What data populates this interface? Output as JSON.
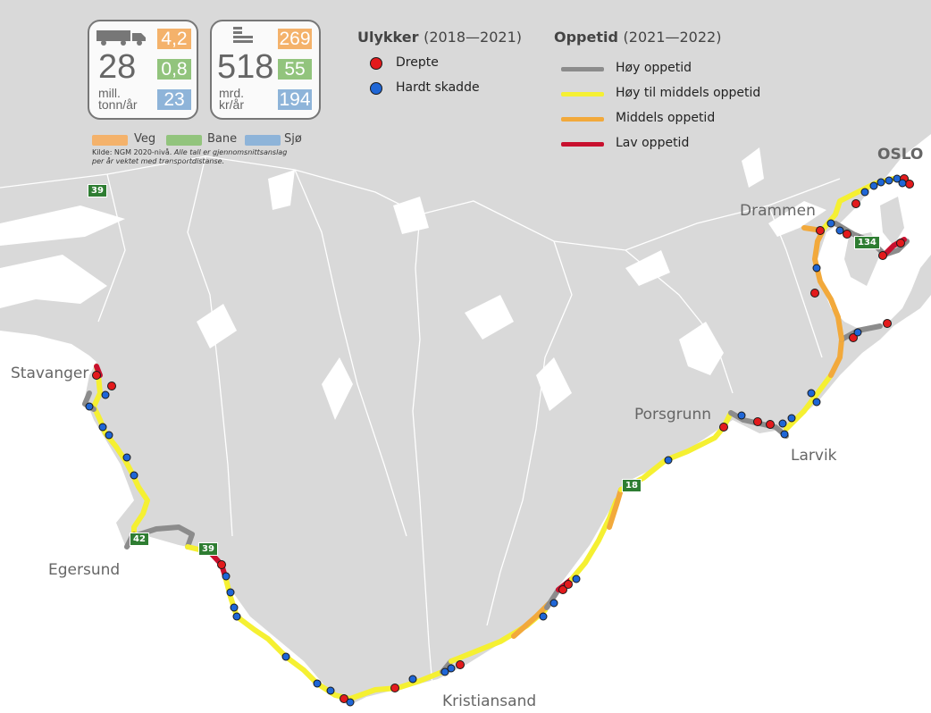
{
  "colors": {
    "land": "#d9d9d9",
    "sea": "#ffffff",
    "veg": "#f4b26b",
    "bane": "#92c47d",
    "sjo": "#8eb4d9",
    "killed": "#e31a1c",
    "injured": "#1f66d6",
    "uptime_high": "#8c8c8c",
    "uptime_high_mid": "#f5f032",
    "uptime_mid": "#f2a93b",
    "uptime_low": "#c8102e"
  },
  "stats": {
    "tonnage": {
      "icon": "truck-icon",
      "total": "28",
      "unit_line1": "mill.",
      "unit_line2": "tonn/år",
      "veg": "4,2",
      "bane": "0,8",
      "sjo": "23"
    },
    "value": {
      "icon": "money-icon",
      "total": "518",
      "unit_line1": "mrd.",
      "unit_line2": "kr/år",
      "veg": "269",
      "bane": "55",
      "sjo": "194"
    }
  },
  "modes": [
    {
      "label": "Veg",
      "color": "#f4b26b"
    },
    {
      "label": "Bane",
      "color": "#92c47d"
    },
    {
      "label": "Sjø",
      "color": "#8eb4d9"
    }
  ],
  "source": {
    "prefix": "Kilde: NGM 2020-nivå.",
    "line1_italic": "Alle tall er gjennomsnittsanslag",
    "line2_italic": "per år vektet med transportdistanse."
  },
  "accidents_legend": {
    "title": "Ulykker",
    "range": "(2018—2021)",
    "items": [
      {
        "label": "Drepte",
        "color": "#e31a1c"
      },
      {
        "label": "Hardt skadde",
        "color": "#1f66d6"
      }
    ]
  },
  "uptime_legend": {
    "title": "Oppetid",
    "range": "(2021—2022)",
    "items": [
      {
        "label": "Høy oppetid",
        "color": "#8c8c8c"
      },
      {
        "label": "Høy til middels oppetid",
        "color": "#f5f032"
      },
      {
        "label": "Middels oppetid",
        "color": "#f2a93b"
      },
      {
        "label": "Lav oppetid",
        "color": "#c8102e"
      }
    ]
  },
  "cities": {
    "oslo": "OSLO",
    "drammen": "Drammen",
    "stavanger": "Stavanger",
    "egersund": "Egersund",
    "porsgrunn": "Porsgrunn",
    "larvik": "Larvik",
    "kristiansand": "Kristiansand"
  },
  "road_numbers": {
    "r39_north": "39",
    "r39_south": "39",
    "r42": "42",
    "r18": "18",
    "r134": "134"
  }
}
